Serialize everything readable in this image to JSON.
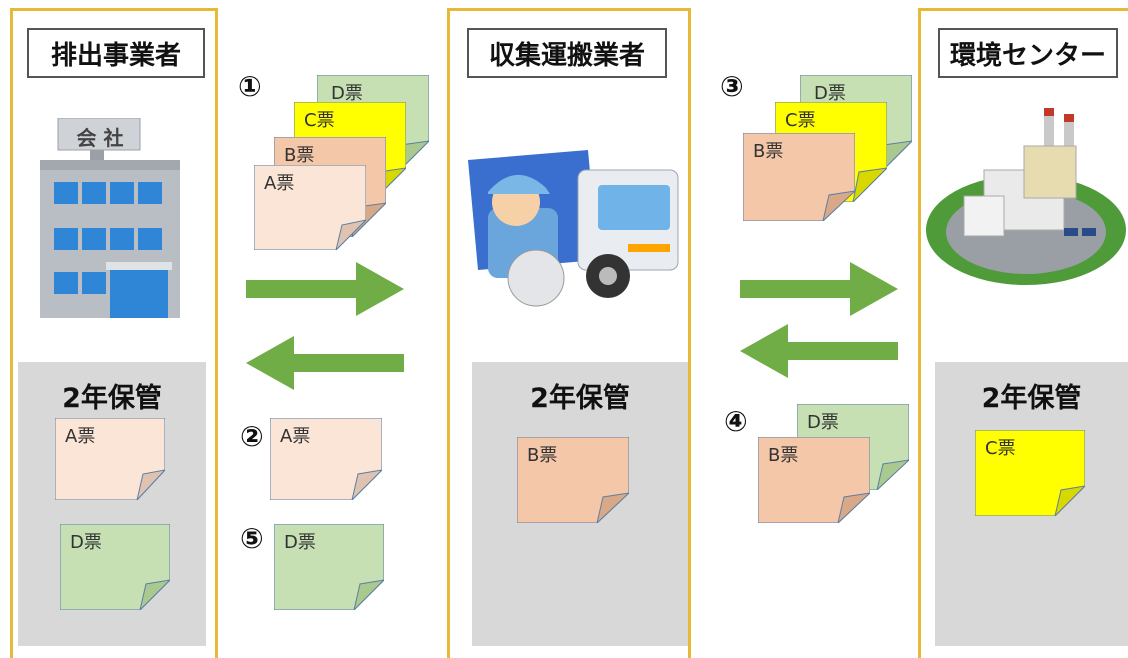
{
  "columns": {
    "emitter": {
      "title": "排出事業者",
      "storage_title": "2年保管",
      "notes": [
        "A票",
        "D票"
      ]
    },
    "collector": {
      "title": "収集運搬業者",
      "storage_title": "2年保管",
      "notes": [
        "B票"
      ]
    },
    "center": {
      "title": "環境センター",
      "storage_title": "2年保管",
      "notes": [
        "C票"
      ]
    }
  },
  "building_sign": "会 社",
  "flow": {
    "step1": {
      "num": "①",
      "notes": [
        "D票",
        "C票",
        "B票",
        "A票"
      ]
    },
    "step2": {
      "num": "②",
      "notes": [
        "A票"
      ]
    },
    "step3": {
      "num": "③",
      "notes": [
        "D票",
        "C票",
        "B票"
      ]
    },
    "step4": {
      "num": "④",
      "notes": [
        "D票",
        "B票"
      ]
    },
    "step5": {
      "num": "⑤",
      "notes": [
        "D票"
      ]
    }
  },
  "colors": {
    "A": "#fbe5d6",
    "B": "#f4c7a8",
    "C": "#ffff00",
    "D": "#c6e0b4",
    "column_border": "#e8b838",
    "storage_bg": "#d8d8d8",
    "arrow": "#70ad47"
  }
}
